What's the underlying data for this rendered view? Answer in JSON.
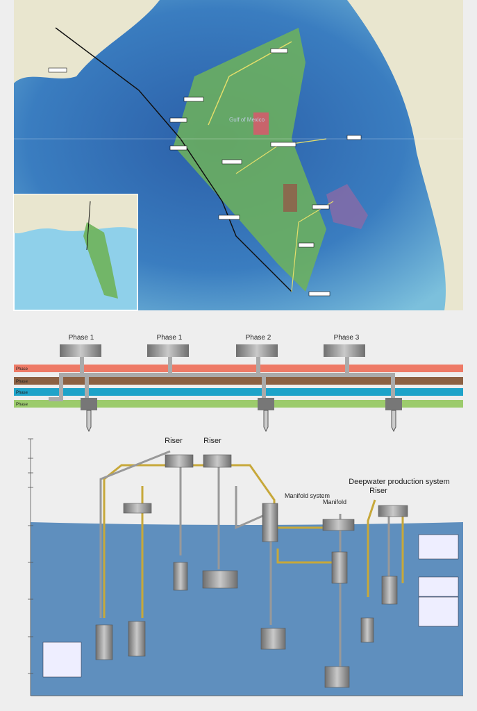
{
  "map": {
    "sea_label": "Gulf of Mexico",
    "inset_present": true,
    "colors": {
      "sea_deep": "#2d67b0",
      "sea_shallow": "#6fb4d8",
      "land": "#e9e6cf",
      "lease_area": "#6fb35a",
      "block_red": "#c8646b",
      "block_brown": "#8a6a4e",
      "block_purple": "#8a6aa6"
    }
  },
  "phases": {
    "headers": [
      "Phase 1",
      "Phase 1",
      "Phase 2",
      "Phase 3"
    ],
    "bands": [
      {
        "label": "Phase",
        "color": "#ee7a66"
      },
      {
        "label": "Phase",
        "color": "#8c6143"
      },
      {
        "label": "Phase",
        "color": "#1ea3c9"
      },
      {
        "label": "Phase",
        "color": "#9ccb6c"
      }
    ]
  },
  "system": {
    "title": "Deepwater production system",
    "labels": [
      "Riser",
      "Riser",
      "Riser",
      "Manifold system",
      "Manifold"
    ],
    "colors": {
      "sea": "#5f8fbe",
      "pipe": "#c7a83a",
      "steel": "#8e8e8e"
    }
  }
}
